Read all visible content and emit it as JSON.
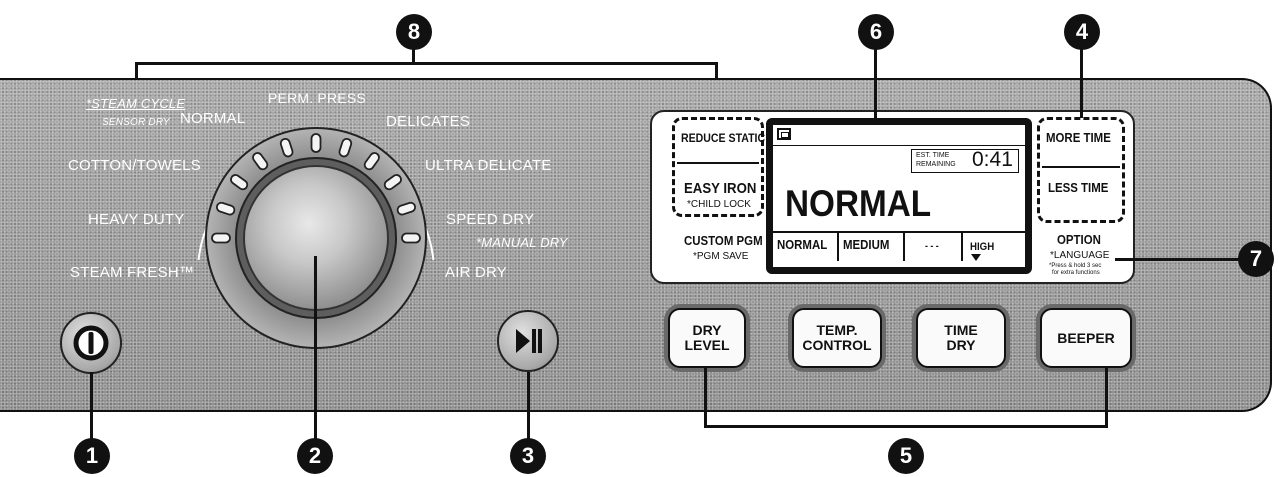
{
  "dial_labels": {
    "steam_cycle": "*STEAM CYCLE",
    "sensor_dry": "SENSOR DRY",
    "normal": "NORMAL",
    "perm_press": "PERM. PRESS",
    "delicates": "DELICATES",
    "cotton_towels": "COTTON/TOWELS",
    "ultra_delicate": "ULTRA DELICATE",
    "heavy_duty": "HEAVY DUTY",
    "speed_dry": "SPEED DRY",
    "manual_dry": "*MANUAL DRY",
    "steam_fresh": "STEAM FRESH™",
    "air_dry": "AIR DRY"
  },
  "left_buttons": {
    "reduce_static": "REDUCE STATIC",
    "easy_iron": "EASY IRON",
    "child_lock": "*CHILD LOCK",
    "custom_pgm": "CUSTOM PGM",
    "pgm_save": "*PGM SAVE"
  },
  "right_buttons": {
    "more_time": "MORE TIME",
    "less_time": "LESS TIME",
    "option": "OPTION",
    "language": "*LANGUAGE",
    "hold_note_1": "*Press & hold 3 sec",
    "hold_note_2": "for extra functions"
  },
  "display": {
    "est_time_1": "EST. TIME",
    "est_time_2": "REMAINING",
    "time": "0:41",
    "cycle": "NORMAL",
    "cells": [
      "NORMAL",
      "MEDIUM",
      "- - -",
      "HIGH"
    ]
  },
  "bottom_buttons": [
    {
      "line1": "DRY",
      "line2": "LEVEL"
    },
    {
      "line1": "TEMP.",
      "line2": "CONTROL"
    },
    {
      "line1": "TIME",
      "line2": "DRY"
    },
    {
      "line1": "BEEPER",
      "line2": ""
    }
  ],
  "callouts": [
    "1",
    "2",
    "3",
    "4",
    "5",
    "6",
    "7",
    "8"
  ],
  "colors": {
    "panel": "#9c9c9c",
    "label_text": "#ffffff",
    "ink": "#111111"
  }
}
